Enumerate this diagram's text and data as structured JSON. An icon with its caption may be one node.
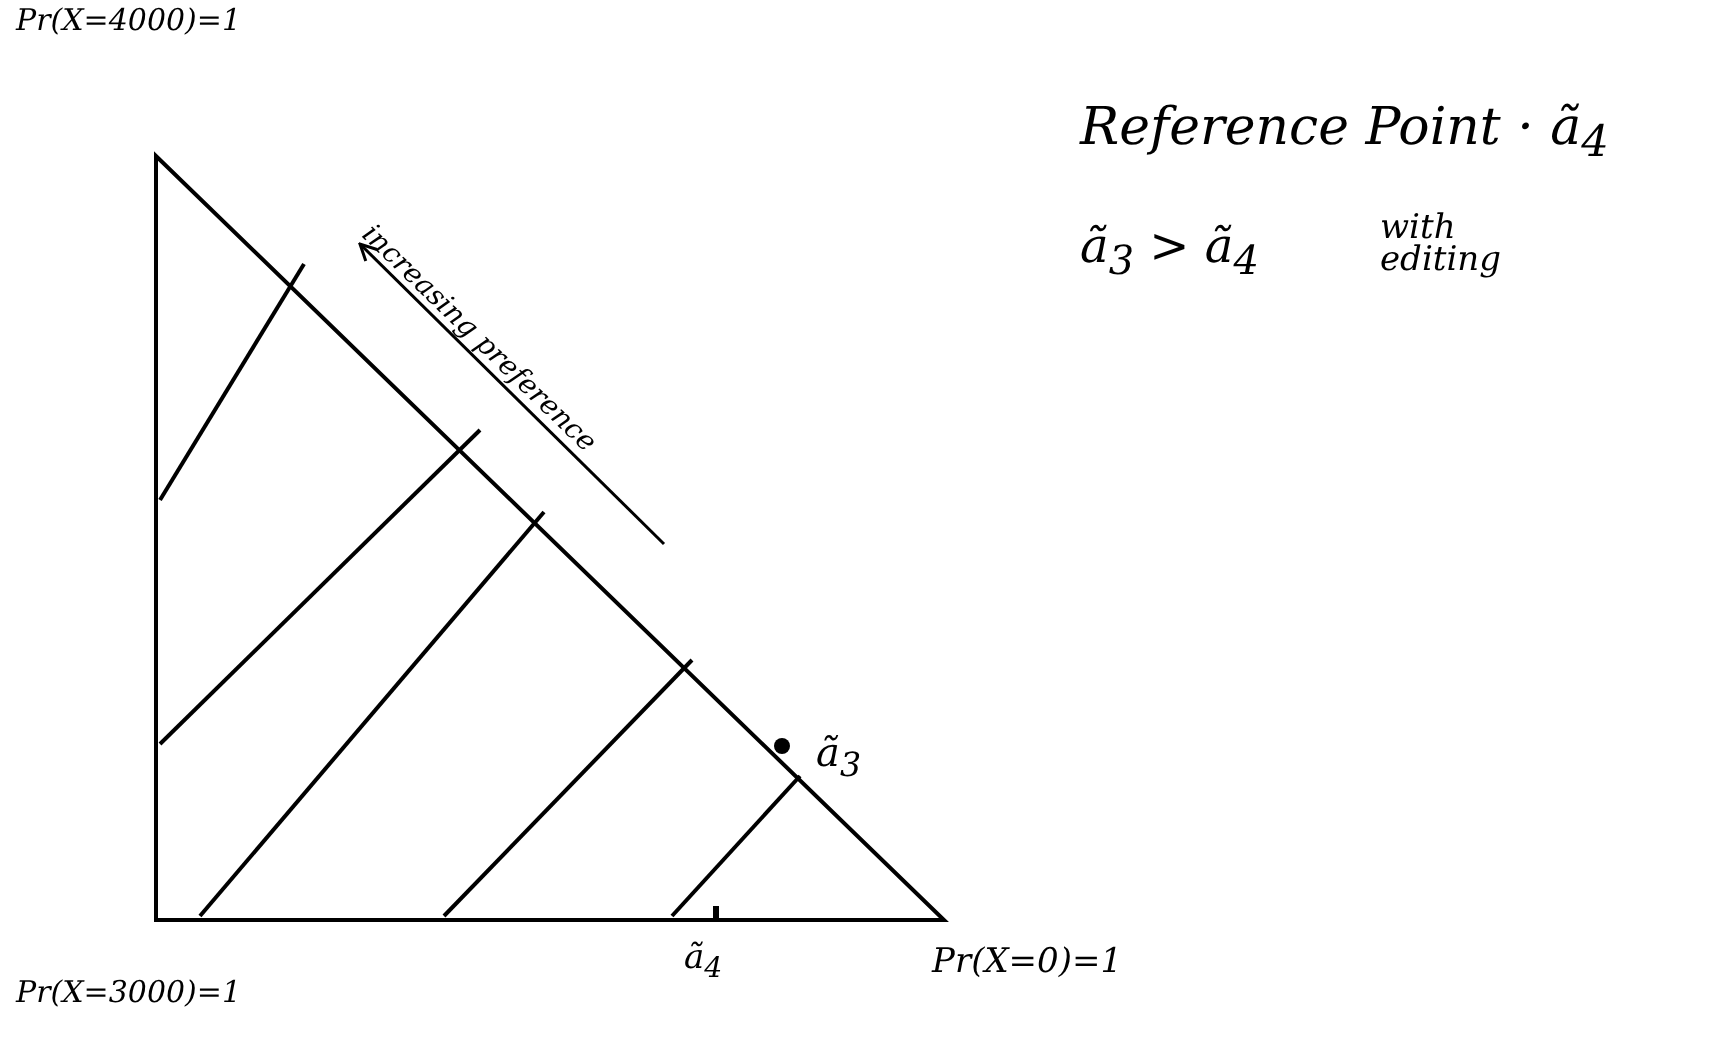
{
  "diagram": {
    "labels": [
      "Pr(X=4000)=1",
      "Reference Point · ã$_{4}$",
      "ã$_{3}$ > ã$_{4}$",
      "with editing",
      "increasing preference",
      "ã$_{3}$",
      "Pr(X=3000)=1",
      "ã$_{4}$",
      "Pr(X=0)=1"
    ]
  }
}
